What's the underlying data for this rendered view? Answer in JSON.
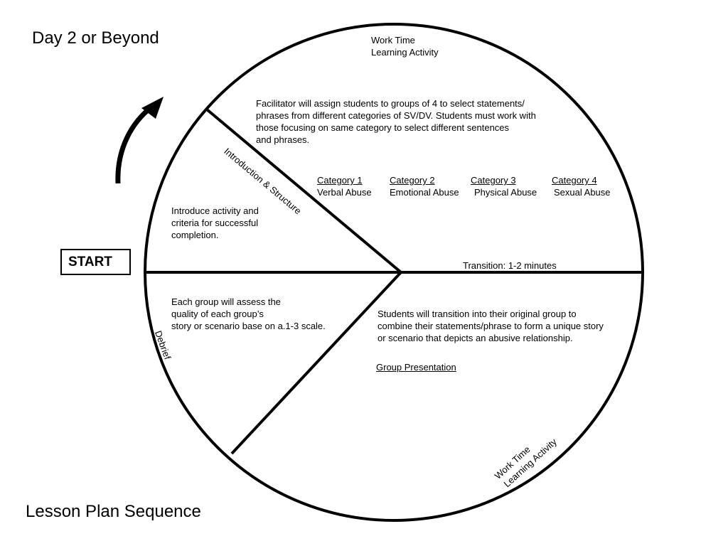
{
  "title": "Day 2 or Beyond",
  "footer_title": "Lesson Plan Sequence",
  "start_label": "START",
  "segments": {
    "work_time_top": [
      "Work Time",
      "Learning Activity"
    ],
    "work_time_bottom": [
      "Work Time",
      "Learning Activity"
    ],
    "introduction": "Introduction & Structure",
    "debrief": "Debrief",
    "transition": "Transition: 1-2 minutes"
  },
  "texts": {
    "facilitator": [
      "Facilitator will assign students to groups of 4 to select statements/",
      "phrases from different categories of SV/DV. Students must work with",
      "those focusing on same category to select different sentences",
      "and phrases."
    ],
    "intro": [
      "Introduce activity and",
      "criteria for successful",
      "completion."
    ],
    "assess": [
      "Each group will assess the",
      "quality of each group’s",
      "story or scenario base on a.1-3 scale."
    ],
    "transition_students": [
      "Students will transition into their original  group to",
      "combine their statements/phrase to form a unique story",
      "or scenario that depicts an abusive relationship."
    ],
    "group_presentation": "Group Presentation"
  },
  "categories": [
    {
      "heading": "Category 1",
      "name": "Verbal Abuse"
    },
    {
      "heading": "Category 2",
      "name": "Emotional Abuse"
    },
    {
      "heading": "Category 3",
      "name": "Physical Abuse"
    },
    {
      "heading": "Category 4",
      "name": "Sexual Abuse"
    }
  ],
  "colors": {
    "ink": "#000000",
    "background": "#ffffff"
  },
  "icons": {
    "arrow": "curved-arrow-icon"
  }
}
